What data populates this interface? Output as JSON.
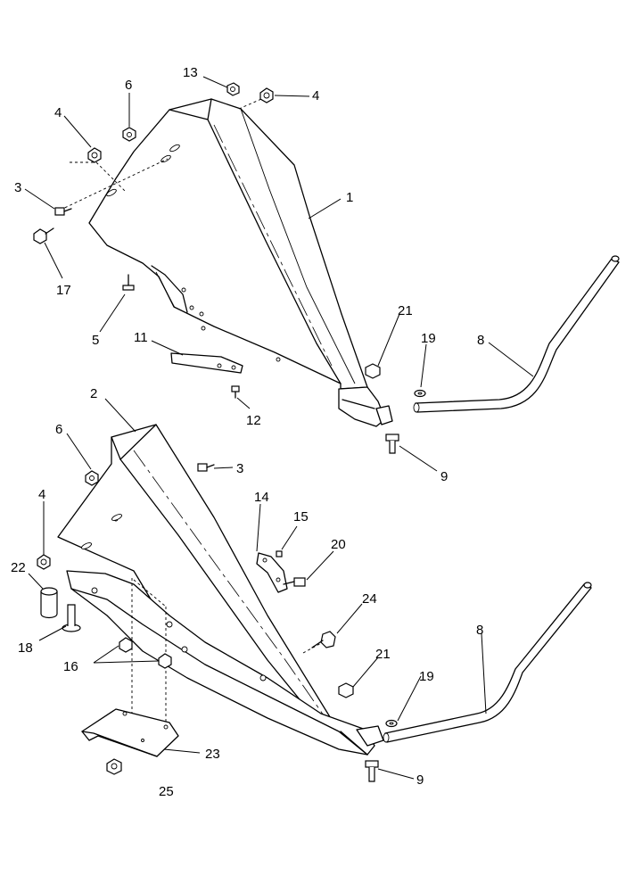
{
  "callouts": [
    {
      "id": "c13a",
      "text": "13"
    },
    {
      "id": "c6a",
      "text": "6"
    },
    {
      "id": "c4a",
      "text": "4"
    },
    {
      "id": "c4b",
      "text": "4"
    },
    {
      "id": "c3a",
      "text": "3"
    },
    {
      "id": "c1",
      "text": "1"
    },
    {
      "id": "c17",
      "text": "17"
    },
    {
      "id": "c5",
      "text": "5"
    },
    {
      "id": "c21a",
      "text": "21"
    },
    {
      "id": "c19a",
      "text": "19"
    },
    {
      "id": "c8a",
      "text": "8"
    },
    {
      "id": "c11",
      "text": "11"
    },
    {
      "id": "c12",
      "text": "12"
    },
    {
      "id": "c2",
      "text": "2"
    },
    {
      "id": "c6b",
      "text": "6"
    },
    {
      "id": "c3b",
      "text": "3"
    },
    {
      "id": "c9a",
      "text": "9"
    },
    {
      "id": "c14",
      "text": "14"
    },
    {
      "id": "c15",
      "text": "15"
    },
    {
      "id": "c20",
      "text": "20"
    },
    {
      "id": "c4c",
      "text": "4"
    },
    {
      "id": "c22",
      "text": "22"
    },
    {
      "id": "c24",
      "text": "24"
    },
    {
      "id": "c18",
      "text": "18"
    },
    {
      "id": "c16",
      "text": "16"
    },
    {
      "id": "c21b",
      "text": "21"
    },
    {
      "id": "c19b",
      "text": "19"
    },
    {
      "id": "c8b",
      "text": "8"
    },
    {
      "id": "c23",
      "text": "23"
    },
    {
      "id": "c9b",
      "text": "9"
    },
    {
      "id": "c25",
      "text": "25"
    }
  ]
}
